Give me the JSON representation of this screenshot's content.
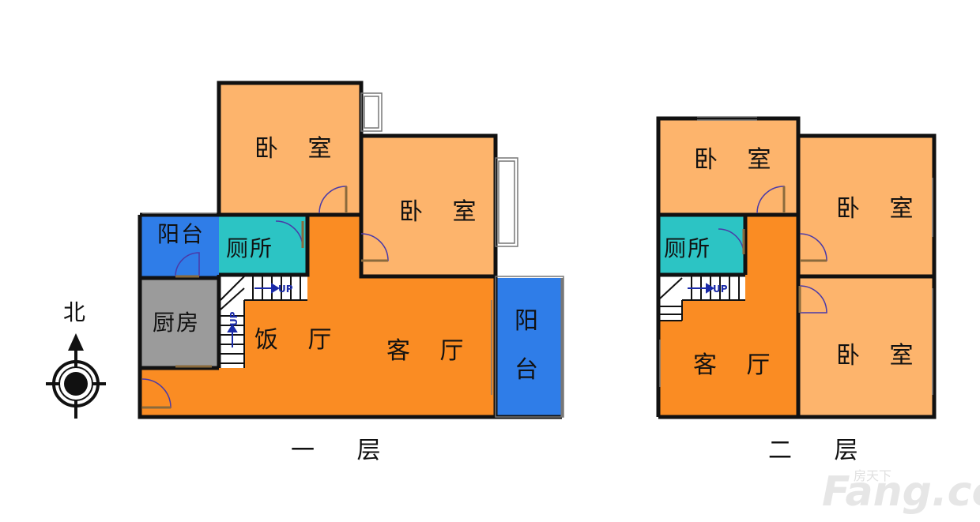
{
  "colors": {
    "bedroom": "#fdb46c",
    "living": "#fa8c23",
    "bathroom": "#2cc4c4",
    "balcony": "#2f7de8",
    "kitchen": "#9b9b9b",
    "wall": "#111111",
    "door": "#8a6a3c"
  },
  "compass": {
    "label": "北"
  },
  "floor1": {
    "label": "一 层",
    "bedroom_1": "卧 室",
    "bedroom_2": "卧 室",
    "balcony_west": "阳台",
    "toilet": "厕所",
    "kitchen": "厨房",
    "dining": "饭 厅",
    "living": "客 厅",
    "balcony_east_1": "阳",
    "balcony_east_2": "台",
    "stair_up_1": "UP",
    "stair_up_2": "UP"
  },
  "floor2": {
    "label": "二 层",
    "bedroom_nw": "卧 室",
    "bedroom_ne": "卧 室",
    "toilet": "厕所",
    "stair_up": "UP",
    "living": "客 厅",
    "bedroom_se": "卧 室"
  },
  "watermark": {
    "main": "Fang.com",
    "small": "房天下"
  }
}
